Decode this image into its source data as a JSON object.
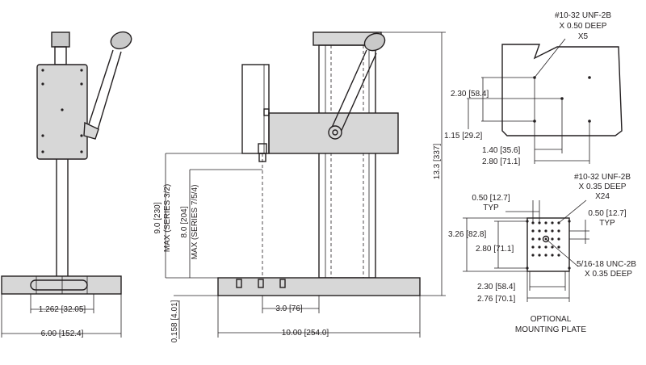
{
  "labels": {
    "front_overall_width": "6.00 [152.4]",
    "front_base_slot": "1.262 [32.05]",
    "side_overall_length": "10.00 [254.0]",
    "side_overall_height": "13.3 [337]",
    "side_hole_spacing": "3.0 [76]",
    "side_base_thickness": "0.158 [4.01]",
    "side_max_series_32_a": "9.0 [230]",
    "side_max_series_32_b": "MAX (SERIES 3/2)",
    "side_max_series_754_a": "8.0 [204]",
    "side_max_series_754_b": "MAX (SERIES 7/5/4)",
    "top_hole_callout_1": "#10-32 UNF-2B",
    "top_hole_callout_2": "X 0.50 DEEP",
    "top_hole_callout_3": "X5",
    "top_v_230": "2.30 [58.4]",
    "top_v_115": "1.15 [29.2]",
    "top_h_140": "1.40 [35.6]",
    "top_h_280": "2.80 [71.1]",
    "plate_hole_callout_1": "#10-32 UNF-2B",
    "plate_hole_callout_2": "X 0.35 DEEP",
    "plate_hole_callout_3": "X24",
    "plate_pitch_left_1": "0.50 [12.7]",
    "plate_pitch_left_2": "TYP",
    "plate_pitch_right_1": "0.50 [12.7]",
    "plate_pitch_right_2": "TYP",
    "plate_v_326": "3.26 [82.8]",
    "plate_v_280": "2.80 [71.1]",
    "plate_center_callout_1": "5/16-18 UNC-2B",
    "plate_center_callout_2": "X 0.35 DEEP",
    "plate_h_230": "2.30 [58.4]",
    "plate_h_276": "2.76 [70.1]",
    "plate_caption_1": "OPTIONAL",
    "plate_caption_2": "MOUNTING PLATE"
  }
}
